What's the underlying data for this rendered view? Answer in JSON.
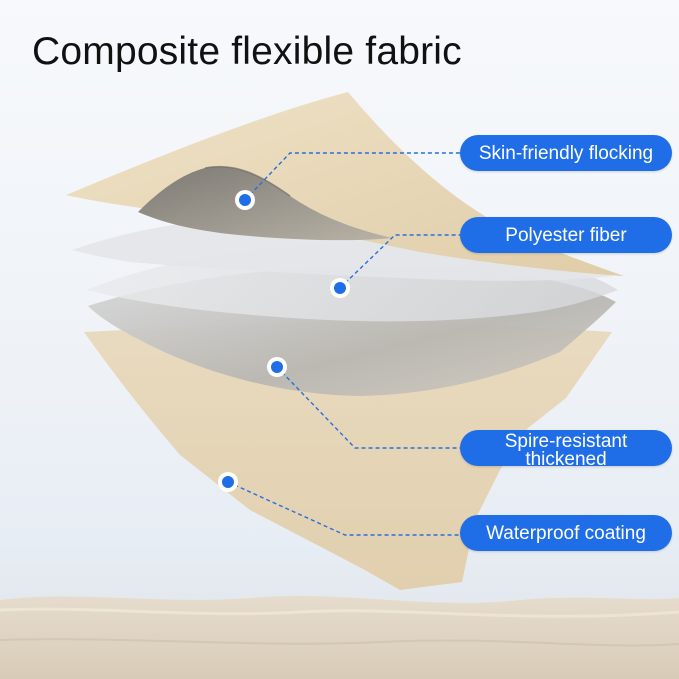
{
  "title": "Composite flexible fabric",
  "layers": [
    {
      "label": "Skin-friendly flocking"
    },
    {
      "label": "Polyester fiber"
    },
    {
      "label": "Spire-resistant thickened"
    },
    {
      "label": "Waterproof coating"
    }
  ],
  "colors": {
    "label_bg": "#1f6ee8",
    "label_text": "#ffffff",
    "marker": "#1f6ee8",
    "fabric_beige": "#e6d6b8",
    "fabric_underside": "#8f8a82",
    "title_text": "#111111"
  }
}
